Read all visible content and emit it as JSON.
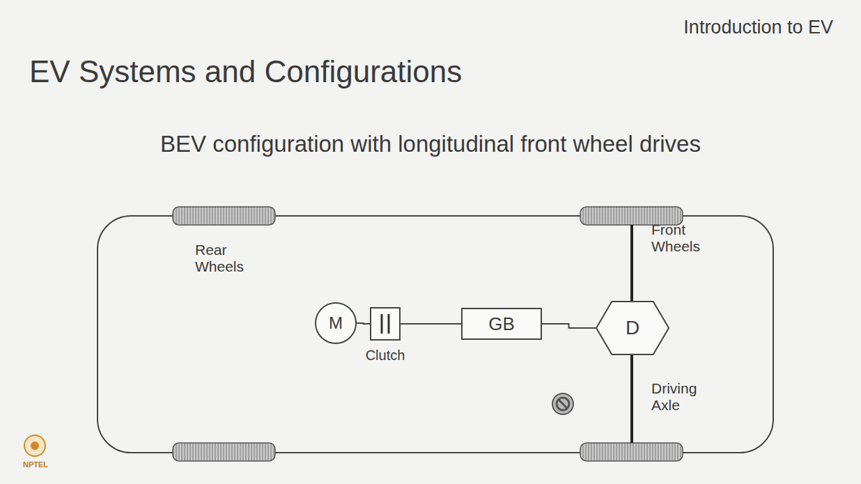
{
  "diagram": {
    "title": "EV Systems and Configurations",
    "nodes": [
      {
        "text": [
          "M"
        ]
      },
      {
        "text": [
          "Clutch"
        ]
      },
      {
        "text": [
          "GB"
        ]
      },
      {
        "text": [
          "D"
        ]
      }
    ],
    "edges": [
      {
        "from": 0,
        "to": 1,
        "arrow": "none"
      },
      {
        "from": 1,
        "to": 2,
        "arrow": "none"
      },
      {
        "from": 2,
        "to": 3,
        "arrow": "none"
      }
    ],
    "labels": [
      "Introduction to EV",
      "BEV configuration with longitudinal front wheel drives",
      "Rear Wheels",
      "Front Wheels",
      "Driving Axle",
      "NPTEL"
    ]
  }
}
